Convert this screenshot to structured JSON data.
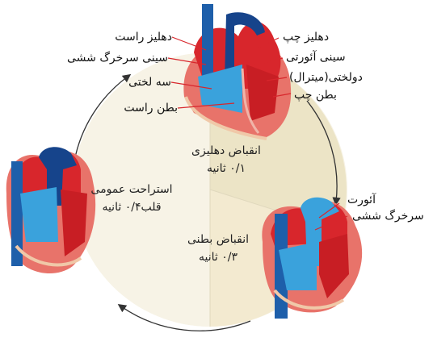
{
  "labels": {
    "right_atrium": "دهلیز راست",
    "pulmonary_vein": "سینی سرخرگ ششی",
    "tricuspid": "سه لختی",
    "right_ventricle": "بطن راست",
    "left_atrium": "دهلیز چپ",
    "aortic_valve": "سینی آئورتی",
    "mitral": "دولختی(میترال)",
    "left_ventricle": "بطن چپ",
    "aorta": "آئورت",
    "pulmonary_artery": "سرخرگ ششی"
  },
  "phases": {
    "atrial": {
      "name": "انقباض دهلیزی",
      "time": "۰/۱ ثانیه"
    },
    "ventricular": {
      "name": "انقباض بطنی",
      "time": "۰/۳ ثانیه"
    },
    "rest": {
      "name": "استراحت عمومی",
      "time": "قلب۰/۴ ثانیه"
    }
  },
  "colors": {
    "red": "#d8262c",
    "blue": "#3aa2dc",
    "dark_blue": "#16448b",
    "muscle": "#e8736a",
    "disc": "#f3ecd8",
    "cream": "#ece6ce"
  }
}
